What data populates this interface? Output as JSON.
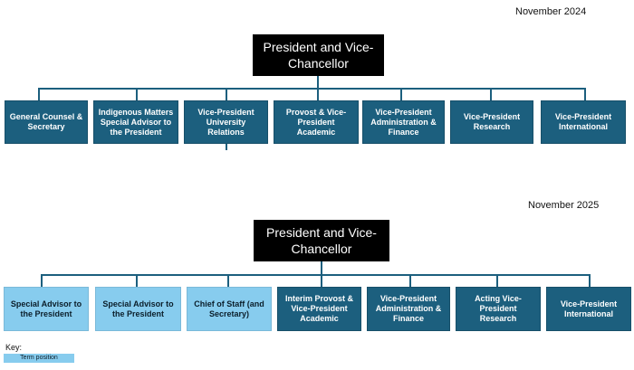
{
  "chart_2024": {
    "date": "November 2024",
    "root": "President and Vice-Chancellor",
    "units": [
      "General Counsel & Secretary",
      "Indigenous Matters Special Advisor to the President",
      "Vice-President University Relations",
      "Provost & Vice-President Academic",
      "Vice-President Administration & Finance",
      "Vice-President Research",
      "Vice-President International"
    ]
  },
  "chart_2025": {
    "date": "November 2025",
    "root": "President and Vice-Chancellor",
    "units": [
      "Special Advisor to the President",
      "Special Advisor to the President",
      "Chief of Staff (and Secretary)",
      "Interim Provost & Vice-President Academic",
      "Vice-President Administration & Finance",
      "Acting Vice-President Research",
      "Vice-President International"
    ]
  },
  "key": {
    "label": "Key:",
    "term_position": "Term position"
  },
  "colors": {
    "dark_box": "#1c5f7e",
    "term_box": "#87ccee",
    "root_box": "#000000"
  }
}
